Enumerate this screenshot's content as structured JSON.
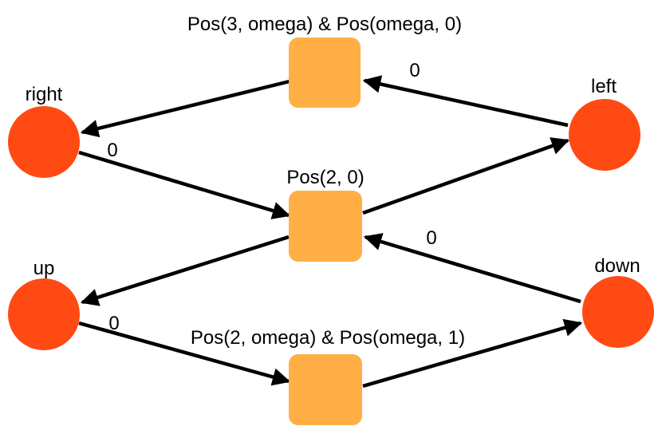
{
  "colors": {
    "place": "#ff4a14",
    "transition": "#ffaf45",
    "edge": "#000000"
  },
  "places": {
    "right": {
      "label": "right"
    },
    "left": {
      "label": "left"
    },
    "up": {
      "label": "up"
    },
    "down": {
      "label": "down"
    }
  },
  "transitions": {
    "top": {
      "label": "Pos(3, omega) & Pos(omega, 0)"
    },
    "middle": {
      "label": "Pos(2, 0)"
    },
    "bottom": {
      "label": "Pos(2, omega) & Pos(omega, 1)"
    }
  },
  "edges": [
    {
      "from": "left",
      "to": "top",
      "label": "0"
    },
    {
      "from": "top",
      "to": "right",
      "label": ""
    },
    {
      "from": "right",
      "to": "middle",
      "label": "0"
    },
    {
      "from": "middle",
      "to": "left",
      "label": ""
    },
    {
      "from": "down",
      "to": "middle",
      "label": "0"
    },
    {
      "from": "middle",
      "to": "up",
      "label": ""
    },
    {
      "from": "up",
      "to": "bottom",
      "label": "0"
    },
    {
      "from": "bottom",
      "to": "down",
      "label": ""
    }
  ]
}
